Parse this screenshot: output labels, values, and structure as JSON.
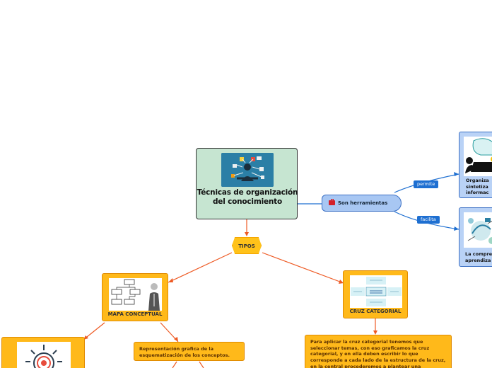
{
  "central": {
    "title": "Técnicas de organización del conocimiento"
  },
  "tipos": {
    "label": "TIPOS"
  },
  "mapa_conceptual": {
    "label": "MAPA CONCEPTUAL"
  },
  "cruz_categorial": {
    "label": "CRUZ CATEGORIAL"
  },
  "representacion": {
    "text": "Representación grafica de la esquematización de los conceptos."
  },
  "para_aplicar": {
    "text": "Para aplicar la cruz categorial tenemos que seleccionar temas, con eso graficamos la cruz categorial, y en ella deben escribir lo que corresponde a cada lado de la estructura de la cruz, en la central procederemos a plantear una"
  },
  "herramientas": {
    "label": "Son herramientas",
    "icon": "briefcase-icon"
  },
  "links": {
    "permite": "permite",
    "facilita": "facilita"
  },
  "organizar": {
    "label": "Organiza\nsintetiza\ninformac"
  },
  "comprension": {
    "label": "La compre\naprendiza"
  },
  "colors": {
    "orange": "#ffb91a",
    "orange_line": "#ee5a24",
    "blue": "#1e6fd1",
    "central_bg": "#c6e5d1"
  }
}
